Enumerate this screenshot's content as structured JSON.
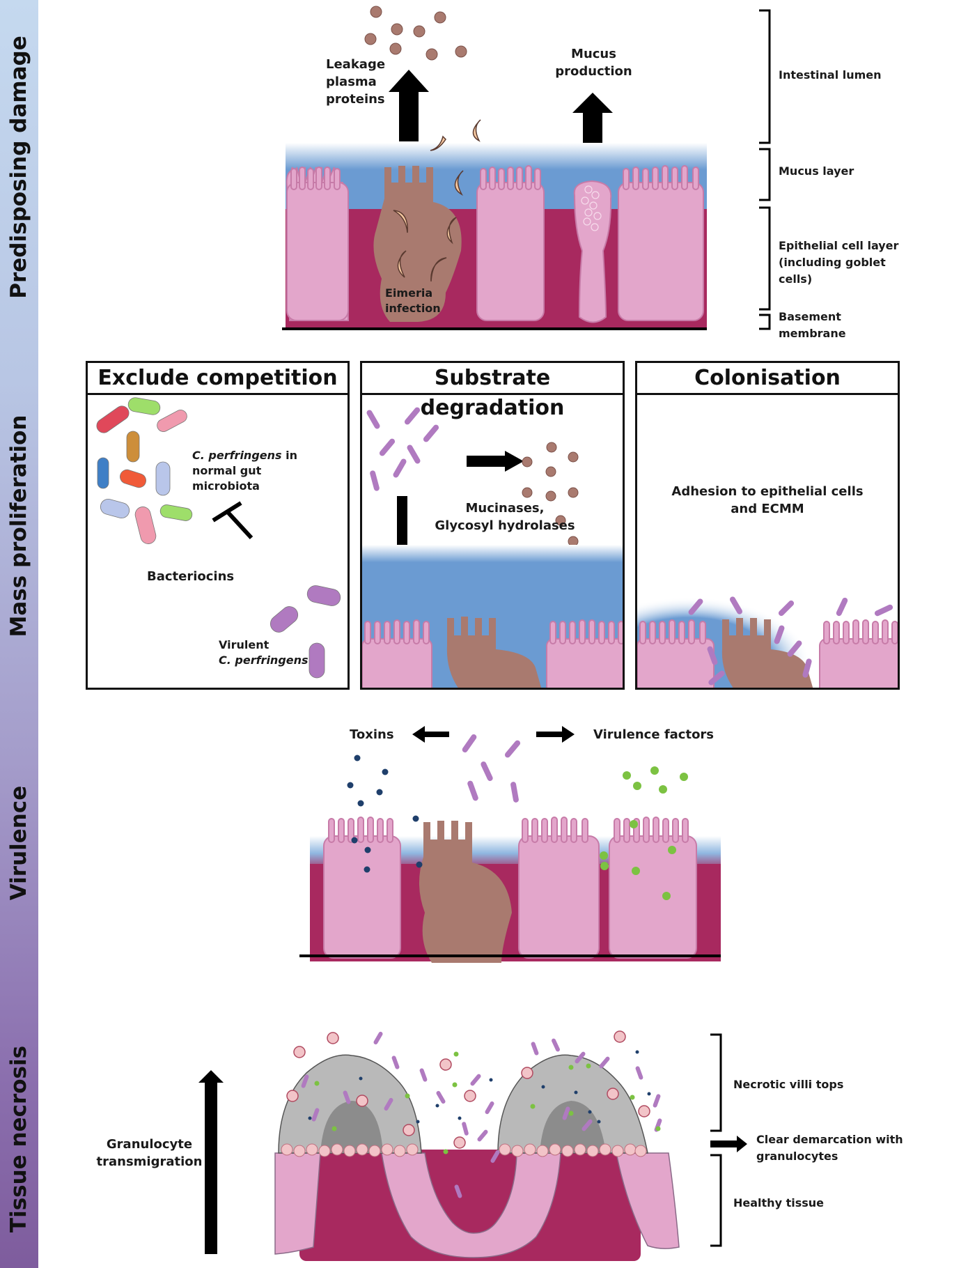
{
  "stages": [
    {
      "label": "Predisposing damage"
    },
    {
      "label": "Mass proliferation"
    },
    {
      "label": "Virulence"
    },
    {
      "label": "Tissue necrosis"
    }
  ],
  "predisposing": {
    "leakage_label": [
      "Leakage",
      "plasma",
      "proteins"
    ],
    "mucus_label": [
      "Mucus",
      "production"
    ],
    "eimeria_label": [
      "Eimeria",
      "infection"
    ],
    "layers": [
      {
        "label": "Intestinal lumen"
      },
      {
        "label": "Mucus layer"
      },
      {
        "label": "Epithelial cell layer (including goblet cells)"
      },
      {
        "label": "Basement membrane"
      }
    ]
  },
  "mass_proliferation": {
    "panels": [
      {
        "title": "Exclude competition",
        "normal_label_italic": "C. perfringens",
        "normal_label_rest": " in normal gut microbiota",
        "inhibitor_label": "Bacteriocins",
        "virulent_label_1": "Virulent",
        "virulent_label_2": "C. perfringens"
      },
      {
        "title": "Substrate degradation",
        "enzyme_label_1": "Mucinases,",
        "enzyme_label_2": "Glycosyl hydrolases"
      },
      {
        "title": "Colonisation",
        "adhesion_label_1": "Adhesion to epithelial cells",
        "adhesion_label_2": "and ECMM"
      }
    ]
  },
  "virulence": {
    "toxins_label": "Toxins",
    "factors_label": "Virulence factors"
  },
  "necrosis": {
    "arrow_label": [
      "Granulocyte",
      "transmigration"
    ],
    "annotations": [
      {
        "label": "Necrotic villi tops"
      },
      {
        "label": "Clear demarcation with granulocytes"
      },
      {
        "label": "Healthy tissue"
      }
    ]
  },
  "colors": {
    "mucus_blue": "#6b9bd2",
    "cell_pink": "#e0a3c8",
    "lamina_magenta": "#a8295f",
    "infected_brown": "#a97a6f",
    "bacteria_purple": "#b07ac0",
    "toxin_navy": "#1f3f6b",
    "factor_green": "#7cc242",
    "sporozoite_peach": "#f5c8a0",
    "necrotic_gray": "#b9b9b9"
  }
}
